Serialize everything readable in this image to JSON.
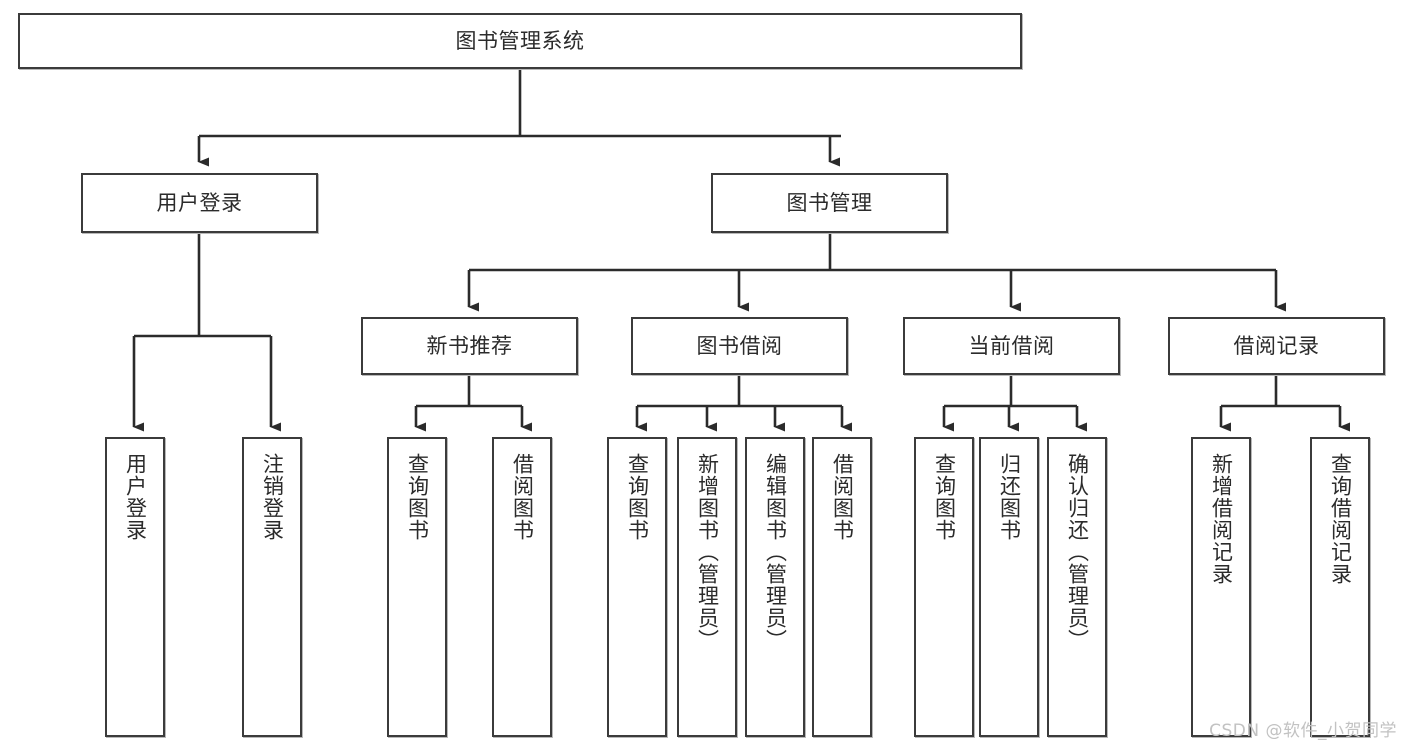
{
  "diagram": {
    "type": "tree-hierarchy",
    "title": "图书管理系统",
    "watermark": "CSDN @软件_小贺同学",
    "theme": {
      "background": "#ffffff",
      "border": "#3b3b3b",
      "text": "#2b2b2b",
      "edge": "#2b2b2b",
      "watermark": "#c2c2c2"
    },
    "nodes": {
      "root": {
        "label": "图书管理系统"
      },
      "level1": [
        {
          "label": "用户登录"
        },
        {
          "label": "图书管理"
        }
      ],
      "level2": [
        {
          "label": "新书推荐"
        },
        {
          "label": "图书借阅"
        },
        {
          "label": "当前借阅"
        },
        {
          "label": "借阅记录"
        }
      ],
      "leaves_user_login": [
        {
          "label": "用户登录"
        },
        {
          "label": "注销登录"
        }
      ],
      "leaves_new_book": [
        {
          "label": "查询图书"
        },
        {
          "label": "借阅图书"
        }
      ],
      "leaves_borrow": [
        {
          "label": "查询图书"
        },
        {
          "label": "新增图书（管理员）"
        },
        {
          "label": "编辑图书（管理员）"
        },
        {
          "label": "借阅图书"
        }
      ],
      "leaves_current": [
        {
          "label": "查询图书"
        },
        {
          "label": "归还图书"
        },
        {
          "label": "确认归还（管理员）"
        }
      ],
      "leaves_record": [
        {
          "label": "新增借阅记录"
        },
        {
          "label": "查询借阅记录"
        }
      ]
    }
  }
}
